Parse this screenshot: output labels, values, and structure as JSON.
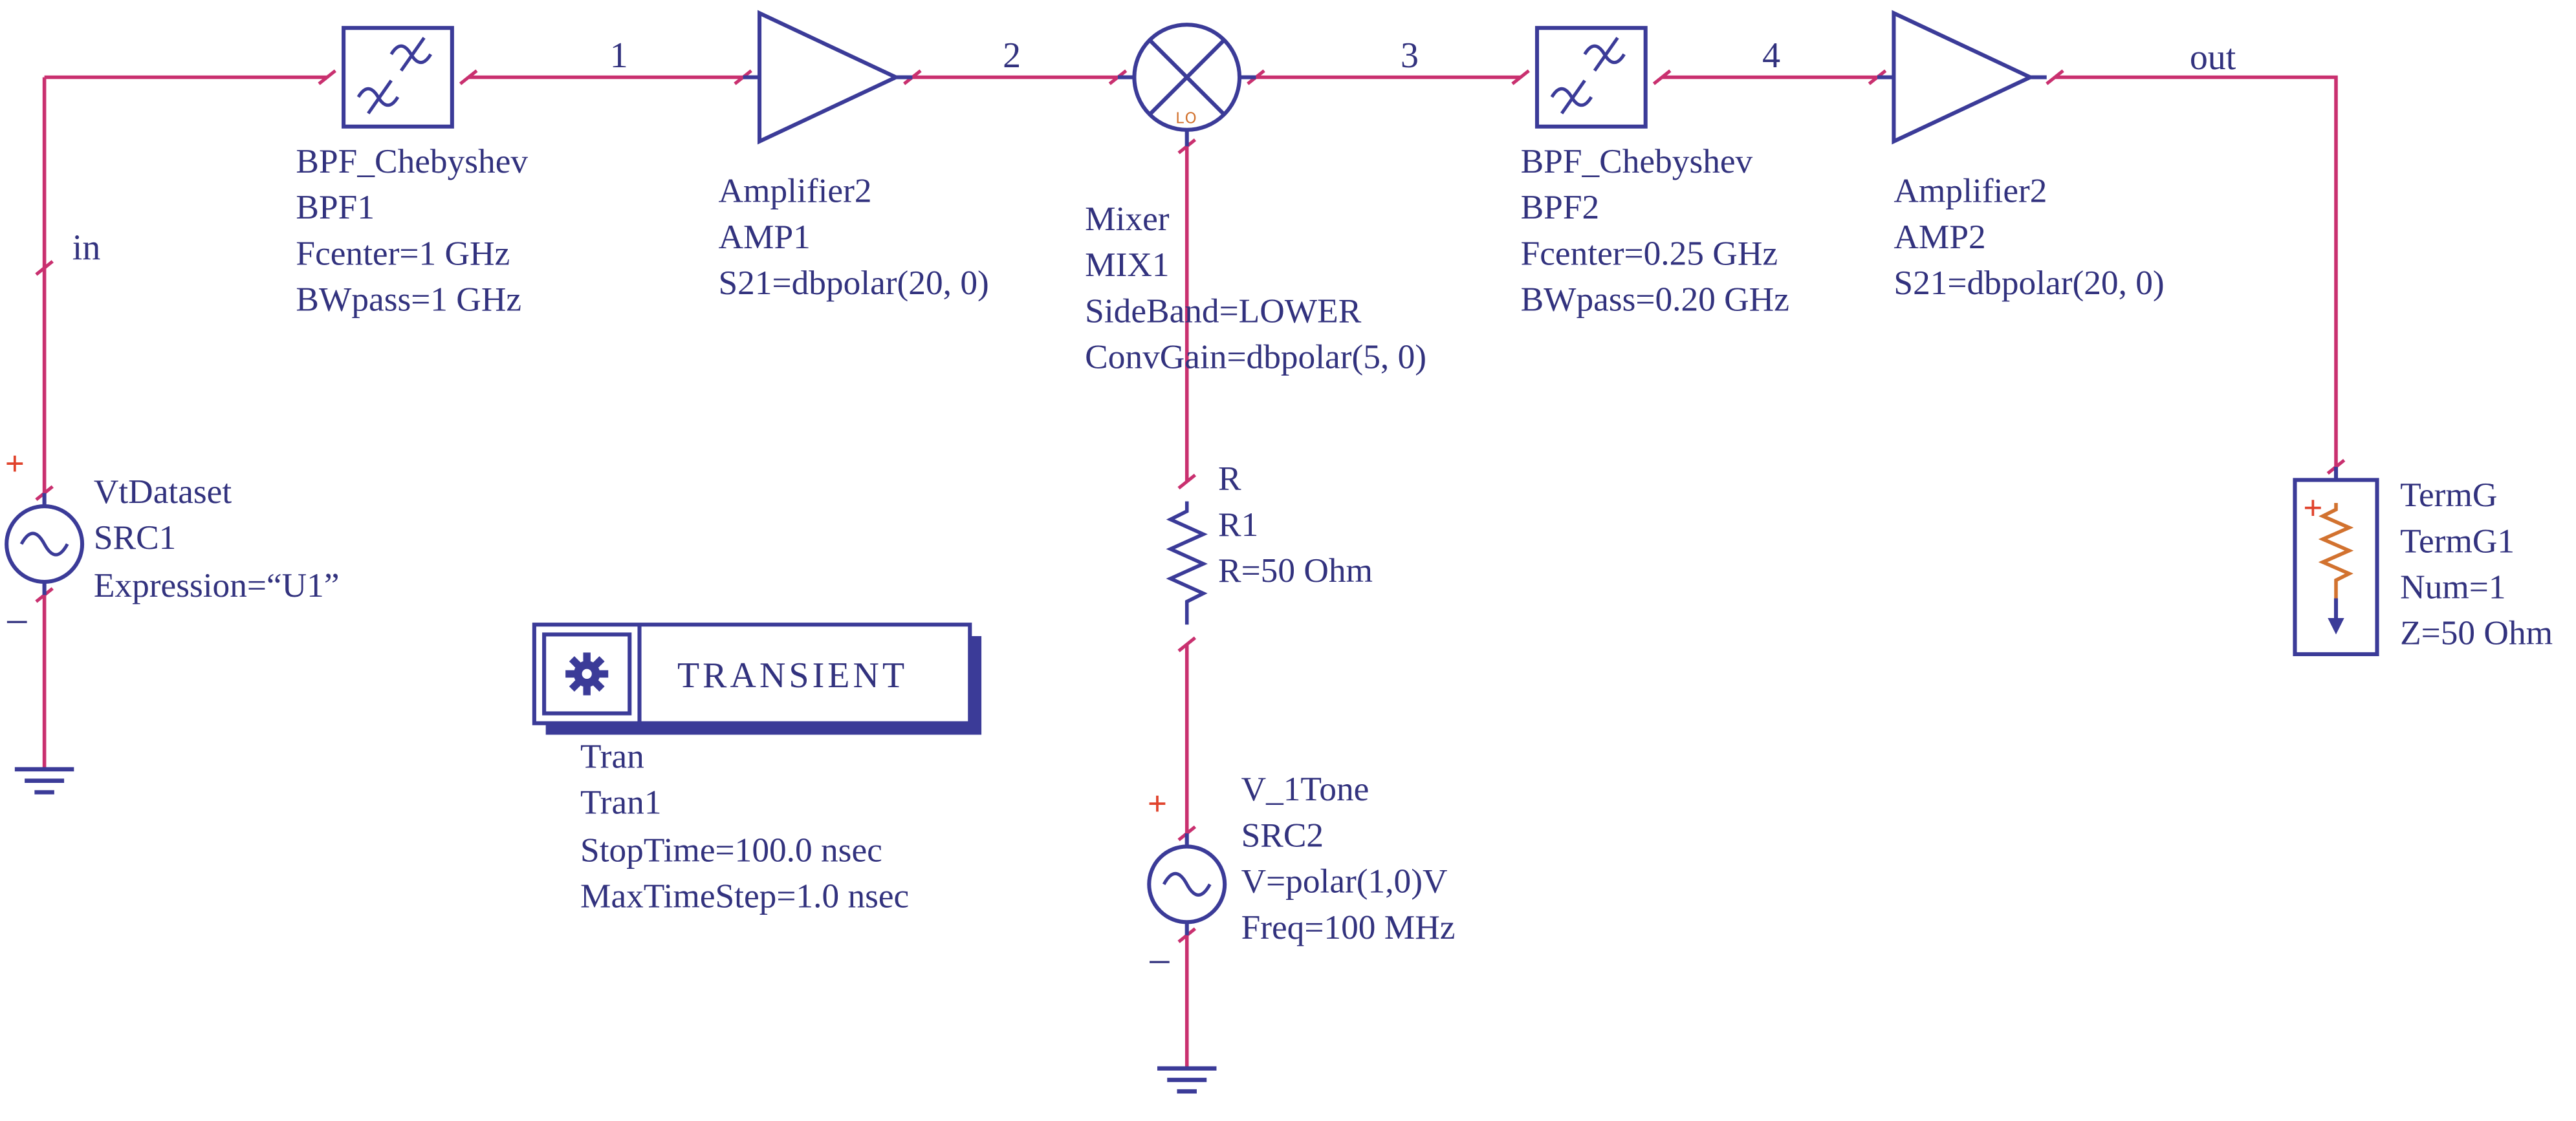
{
  "colors": {
    "wire": "#c9306f",
    "navy": "#3b3b98",
    "ink": "#32327e",
    "plus": "#e0432c",
    "orange": "#d2722f"
  },
  "nodes": {
    "in": "in",
    "n1": "1",
    "n2": "2",
    "n3": "3",
    "n4": "4",
    "out": "out"
  },
  "components": {
    "src1": {
      "lines": [
        "VtDataset",
        "SRC1",
        "Expression=“U1”"
      ],
      "plus": "+",
      "minus": "−"
    },
    "bpf1": {
      "lines": [
        "BPF_Chebyshev",
        "BPF1",
        "Fcenter=1 GHz",
        "BWpass=1 GHz"
      ]
    },
    "amp1": {
      "lines": [
        "Amplifier2",
        "AMP1",
        "S21=dbpolar(20, 0)"
      ]
    },
    "mix1": {
      "lines": [
        "Mixer",
        "MIX1",
        "SideBand=LOWER",
        "ConvGain=dbpolar(5, 0)"
      ],
      "lo_label": "LO"
    },
    "bpf2": {
      "lines": [
        "BPF_Chebyshev",
        "BPF2",
        "Fcenter=0.25 GHz",
        "BWpass=0.20 GHz"
      ]
    },
    "amp2": {
      "lines": [
        "Amplifier2",
        "AMP2",
        "S21=dbpolar(20, 0)"
      ]
    },
    "termg1": {
      "lines": [
        "TermG",
        "TermG1",
        "Num=1",
        "Z=50 Ohm"
      ],
      "plus": "+"
    },
    "r1": {
      "lines": [
        "R",
        "R1",
        "R=50 Ohm"
      ]
    },
    "src2": {
      "lines": [
        "V_1Tone",
        "SRC2",
        "V=polar(1,0)V",
        "Freq=100 MHz"
      ],
      "plus": "+",
      "minus": "−"
    }
  },
  "simulation": {
    "title": "TRANSIENT",
    "lines": [
      "Tran",
      "Tran1",
      "StopTime=100.0 nsec",
      "MaxTimeStep=1.0 nsec"
    ]
  }
}
